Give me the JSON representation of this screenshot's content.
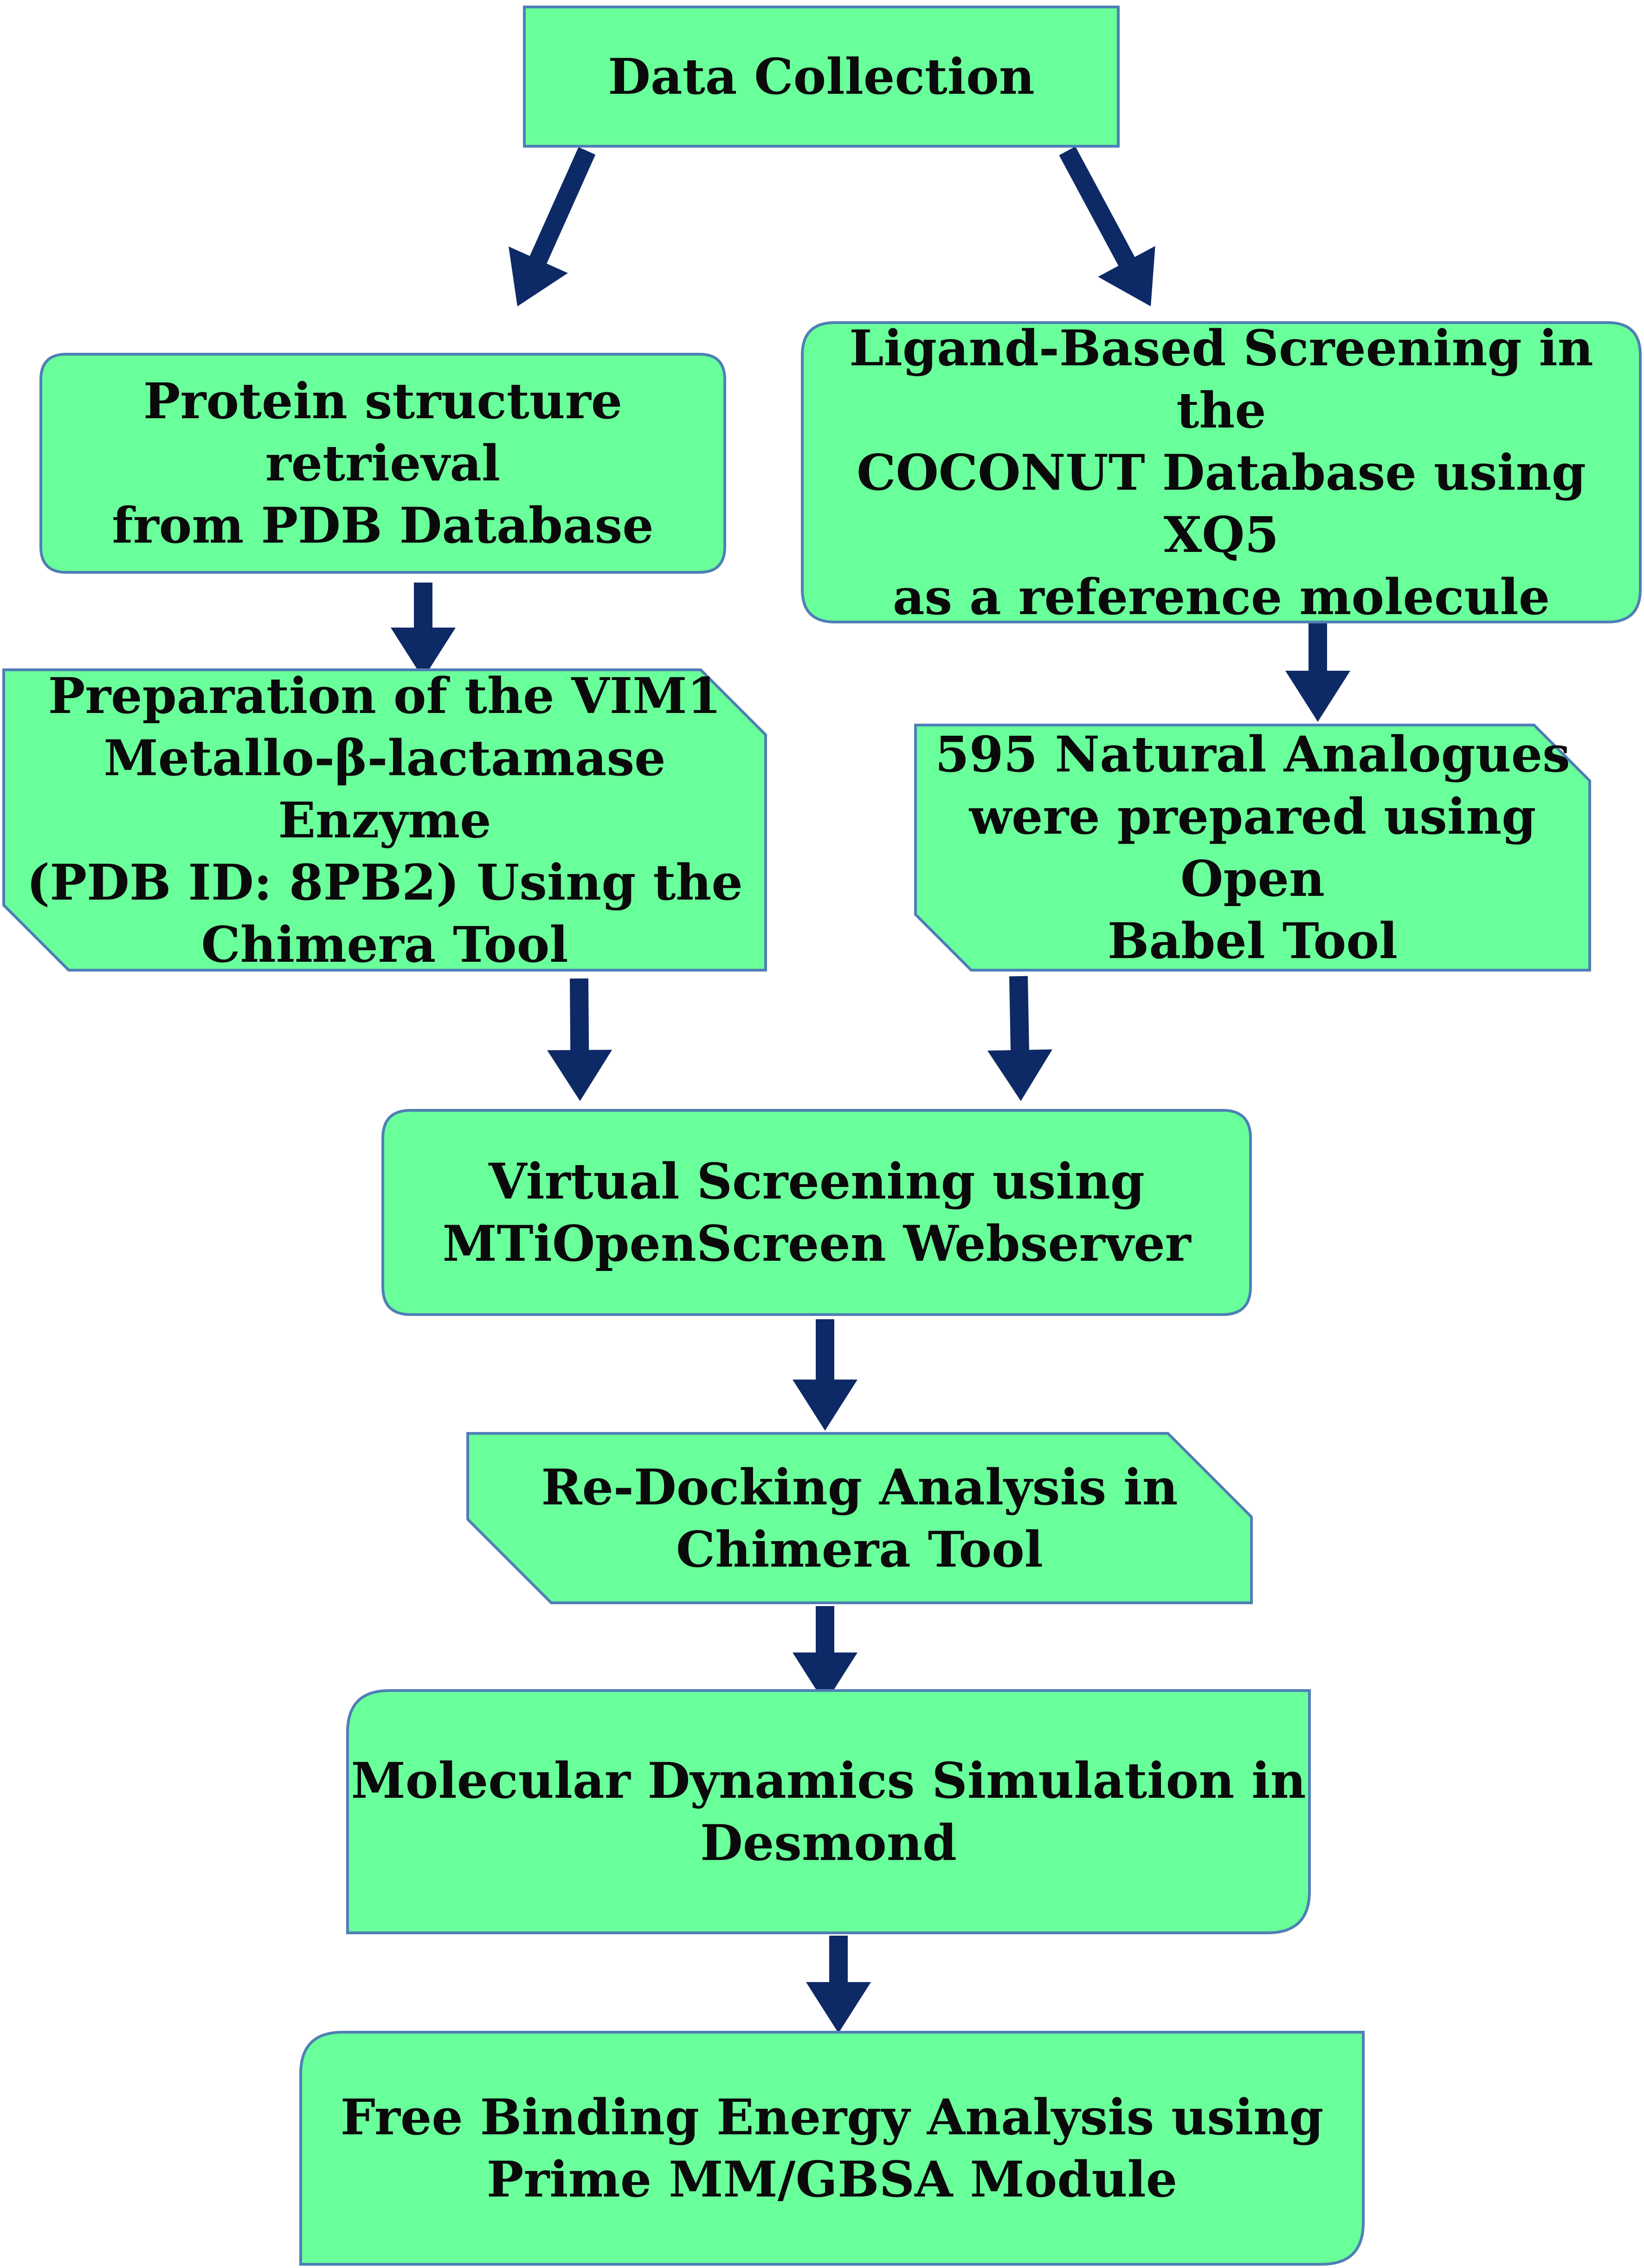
{
  "diagram": {
    "colors": {
      "box_fill": "#69ff9a",
      "box_stroke": "#4f7fb5",
      "arrow": "#0e2a66",
      "text": "#0a0a0a"
    },
    "nodes": [
      {
        "id": "data-collection",
        "lines": [
          "Data Collection"
        ]
      },
      {
        "id": "protein-retrieval",
        "lines": [
          "Protein structure retrieval",
          "from PDB Database"
        ]
      },
      {
        "id": "ligand-screening",
        "lines": [
          "Ligand-Based Screening in the",
          "COCONUT Database using XQ5",
          "as a reference molecule"
        ]
      },
      {
        "id": "enzyme-preparation",
        "lines": [
          "Preparation of the VIM1",
          "Metallo-β-lactamase Enzyme",
          "(PDB ID: 8PB2) Using the",
          "Chimera Tool"
        ]
      },
      {
        "id": "analogue-preparation",
        "lines": [
          "595 Natural Analogues",
          "were prepared using Open",
          "Babel Tool"
        ]
      },
      {
        "id": "virtual-screening",
        "lines": [
          "Virtual Screening using",
          "MTiOpenScreen Webserver"
        ]
      },
      {
        "id": "redocking",
        "lines": [
          "Re-Docking Analysis in",
          "Chimera Tool"
        ]
      },
      {
        "id": "md-simulation",
        "lines": [
          "Molecular Dynamics Simulation in",
          "Desmond"
        ]
      },
      {
        "id": "binding-energy",
        "lines": [
          "Free Binding Energy Analysis using",
          "Prime MM/GBSA Module"
        ]
      }
    ],
    "edges": [
      {
        "from": "data-collection",
        "to": "protein-retrieval"
      },
      {
        "from": "data-collection",
        "to": "ligand-screening"
      },
      {
        "from": "protein-retrieval",
        "to": "enzyme-preparation"
      },
      {
        "from": "ligand-screening",
        "to": "analogue-preparation"
      },
      {
        "from": "enzyme-preparation",
        "to": "virtual-screening"
      },
      {
        "from": "analogue-preparation",
        "to": "virtual-screening"
      },
      {
        "from": "virtual-screening",
        "to": "redocking"
      },
      {
        "from": "redocking",
        "to": "md-simulation"
      },
      {
        "from": "md-simulation",
        "to": "binding-energy"
      }
    ]
  }
}
